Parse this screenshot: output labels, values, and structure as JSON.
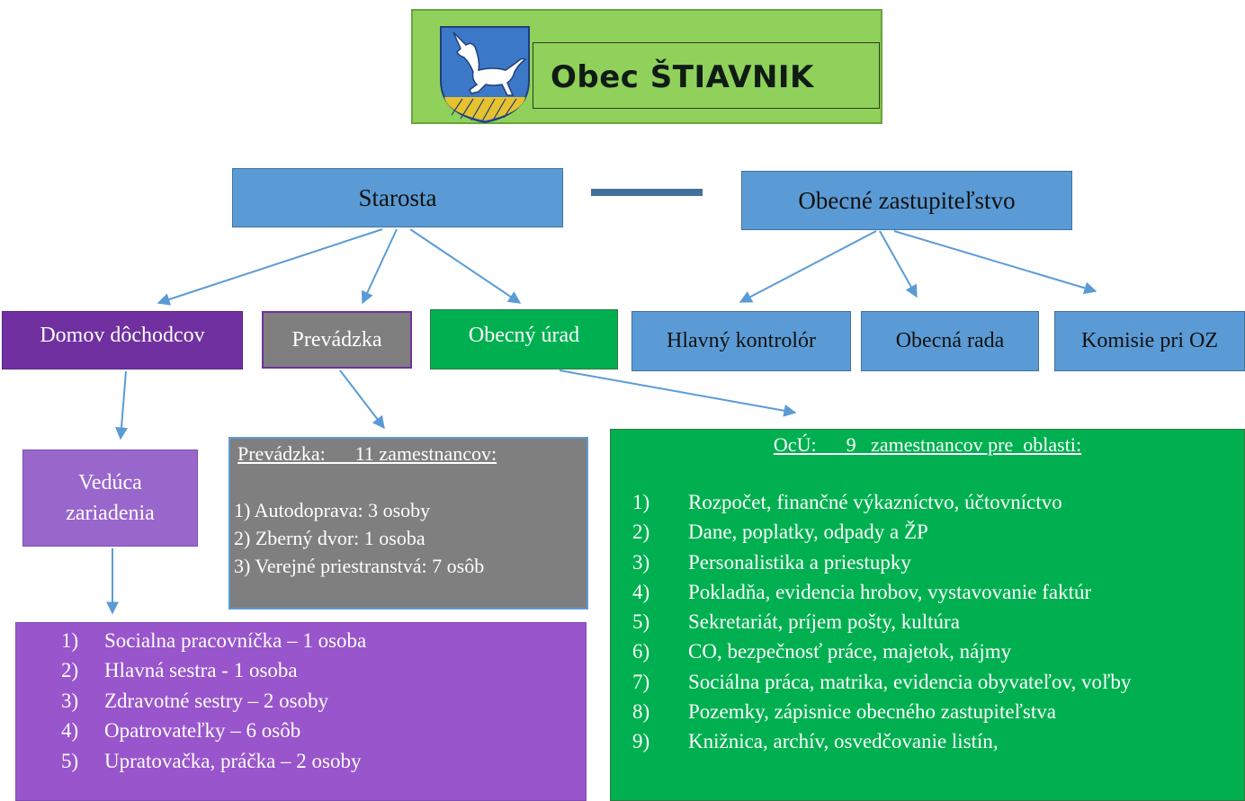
{
  "header": {
    "title": "Obec ŠTIAVNIK",
    "background_color": "#8fd15a",
    "emblem_icon": "coat-of-arms-unicorn"
  },
  "nodes": {
    "starosta": "Starosta",
    "zastupitelstvo": "Obecné zastupiteľstvo",
    "domov": "Domov dôchodcov",
    "prevadzka": "Prevádzka",
    "urad": "Obecný úrad",
    "kontrolor": "Hlavný kontrolór",
    "rada": "Obecná rada",
    "komisie": "Komisie pri OZ",
    "veduca_line1": "Vedúca",
    "veduca_line2": "zariadenia"
  },
  "prevadzka_box": {
    "heading": "Prevádzka:      11 zamestnancov:",
    "items": [
      "1) Autodoprava:  3 osoby",
      "2)  Zberný dvor: 1 osoba",
      "3) Verejné priestranstvá:  7 osôb"
    ]
  },
  "ocu_box": {
    "heading": "OcÚ:      9   zamestnancov pre  oblasti:",
    "items": [
      {
        "n": "1)",
        "text": "Rozpočet, finančné výkazníctvo, účtovníctvo"
      },
      {
        "n": "2)",
        "text": "Dane, poplatky, odpady a ŽP"
      },
      {
        "n": "3)",
        "text": "Personalistika a priestupky"
      },
      {
        "n": "4)",
        "text": "Pokladňa, evidencia hrobov, vystavovanie faktúr"
      },
      {
        "n": "5)",
        "text": "Sekretariát, príjem pošty, kultúra"
      },
      {
        "n": "6)",
        "text": "CO, bezpečnosť práce, majetok, nájmy"
      },
      {
        "n": "7)",
        "text": "Sociálna práca, matrika, evidencia obyvateľov, voľby"
      },
      {
        "n": "8)",
        "text": "Pozemky, zápisnice obecného zastupiteľstva"
      },
      {
        "n": "9)",
        "text": "Knižnica, archív, osvedčovanie listín,"
      }
    ]
  },
  "domov_box": {
    "items": [
      {
        "n": "1)",
        "text": "Socialna pracovníčka – 1 osoba"
      },
      {
        "n": "2)",
        "text": "Hlavná sestra  - 1 osoba"
      },
      {
        "n": "3)",
        "text": "Zdravotné sestry – 2 osoby"
      },
      {
        "n": "4)",
        "text": "Opatrovateľky – 6 osôb"
      },
      {
        "n": "5)",
        "text": "Upratovačka, práčka – 2 osoby"
      }
    ]
  },
  "colors": {
    "blue": "#5b9bd5",
    "purple": "#7030a0",
    "light_purple": "#9966cc",
    "gray": "#7f7f7f",
    "green": "#00b050",
    "arrow": "#5b9bd5"
  }
}
